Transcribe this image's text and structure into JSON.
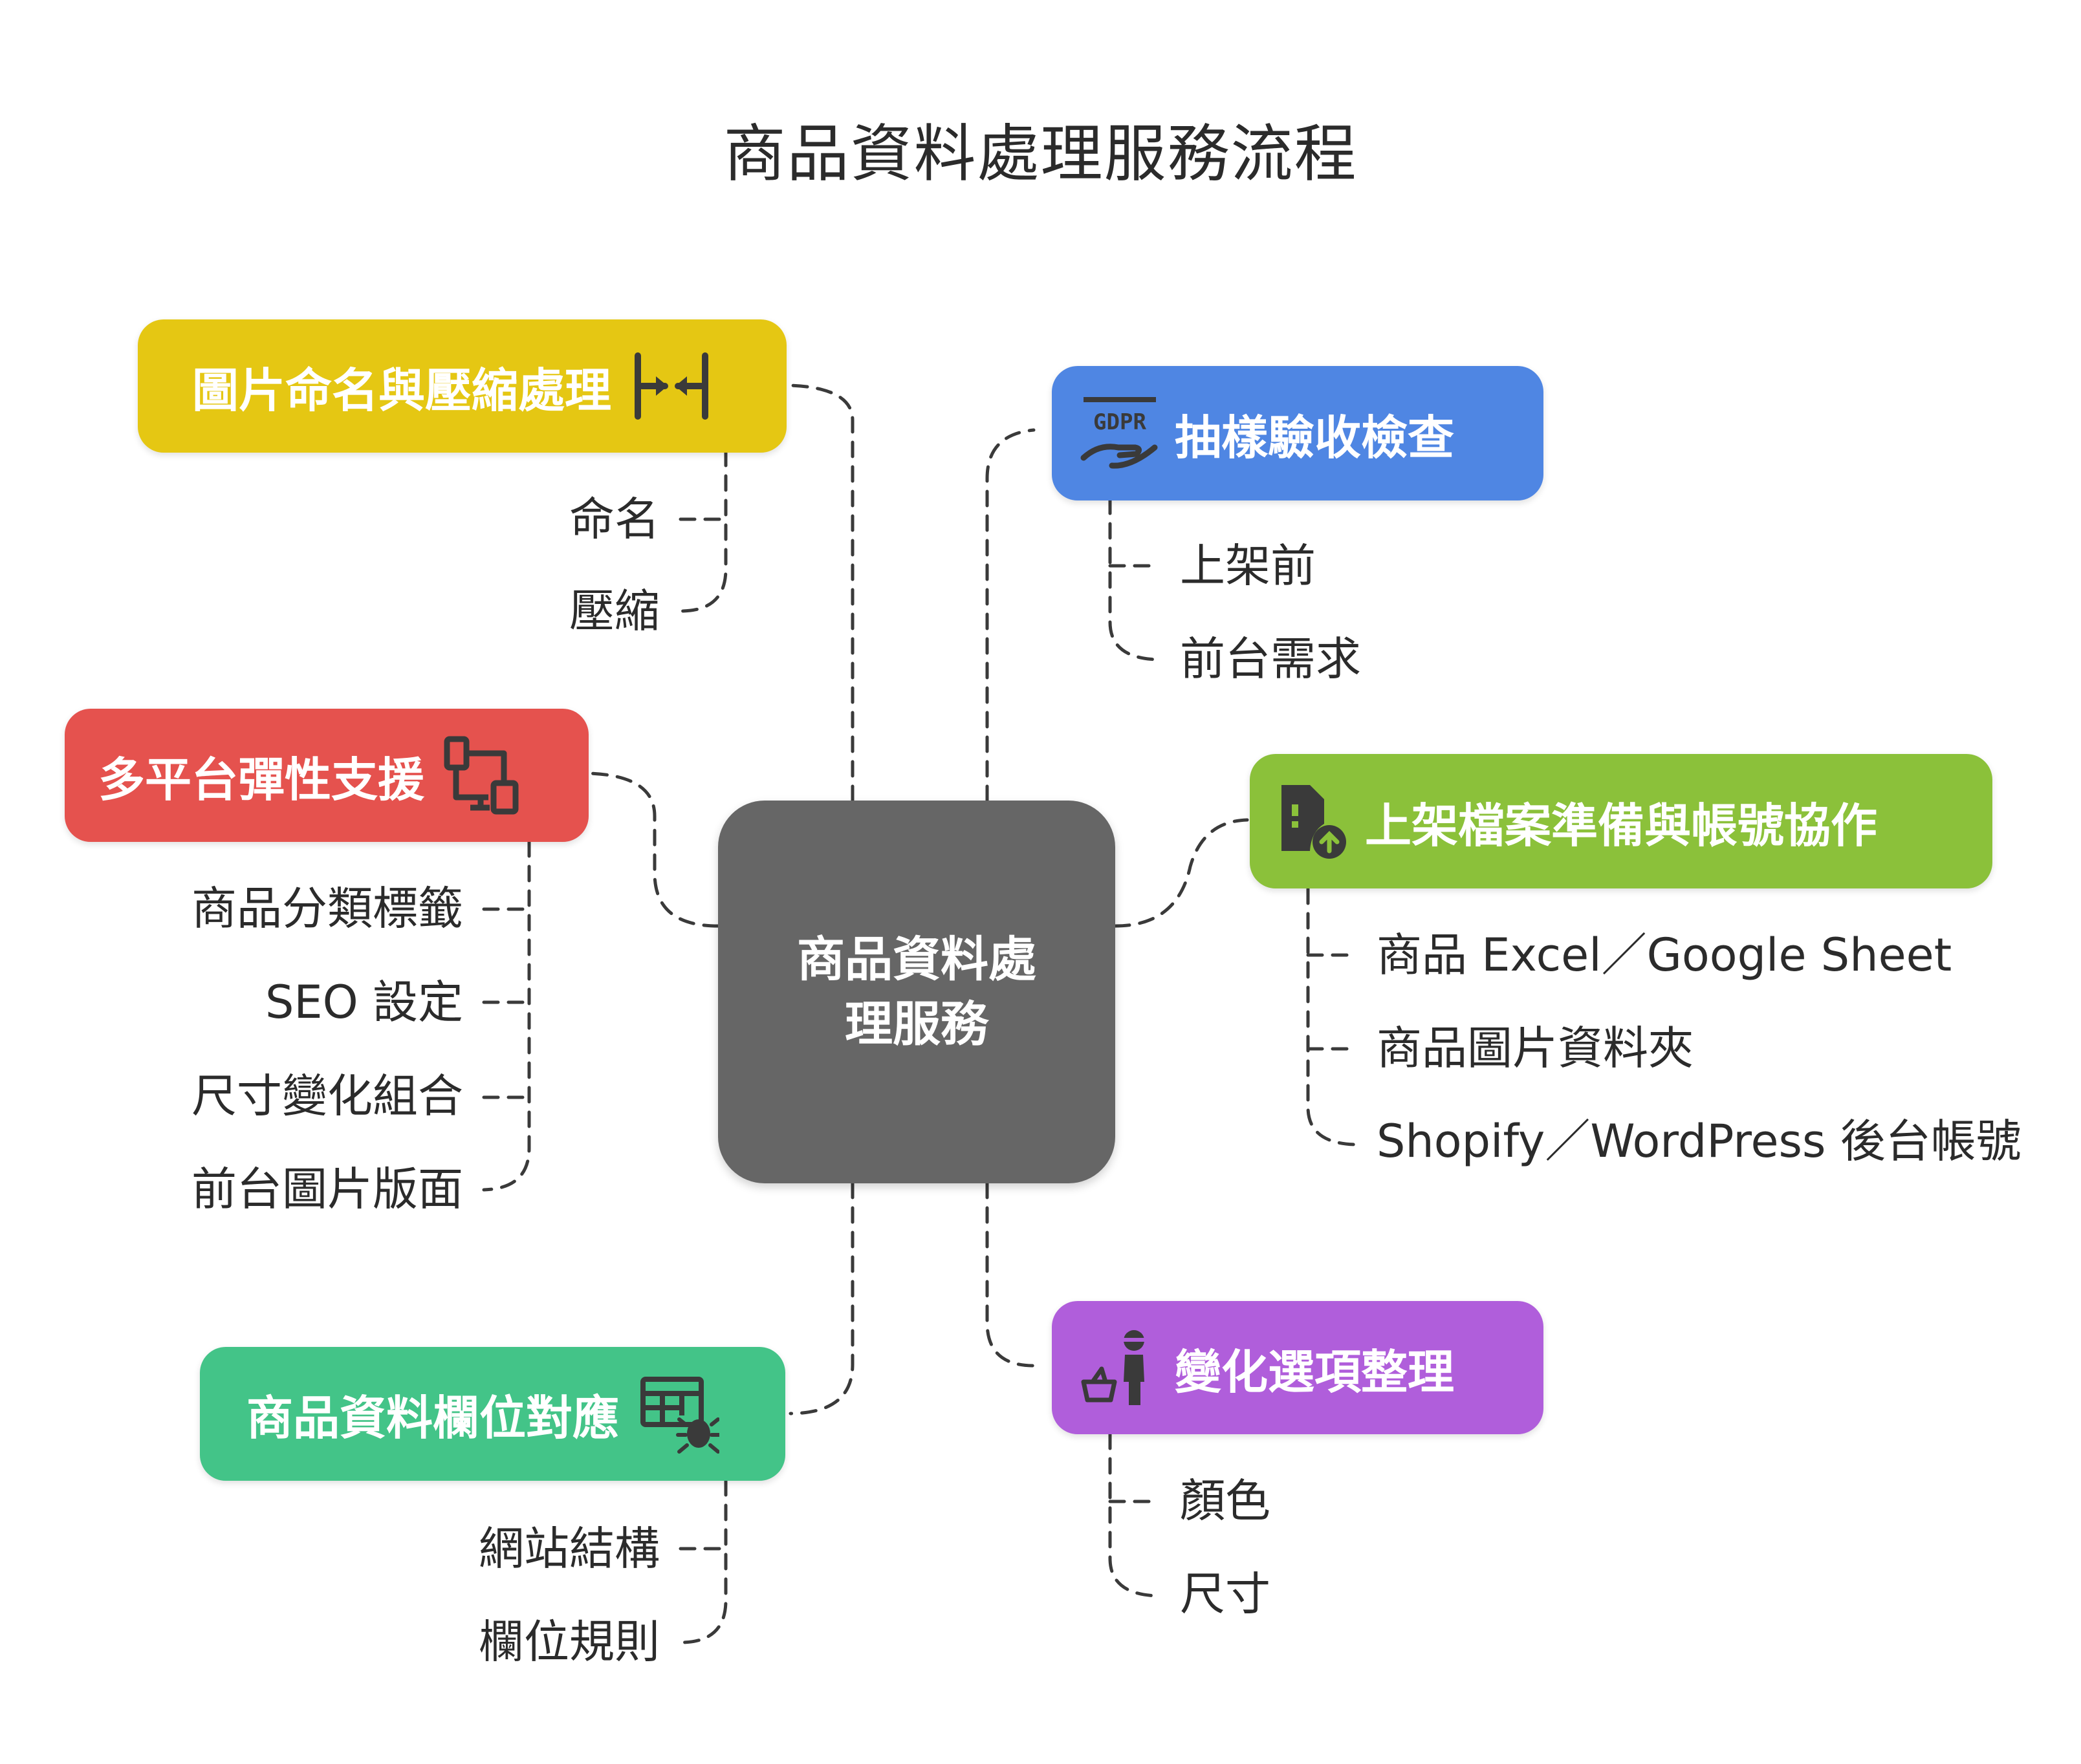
{
  "title": "商品資料處理服務流程",
  "center": "商品資料處理服務",
  "colors": {
    "yellow": "#E5C713",
    "blue": "#4F86E3",
    "red": "#E5524E",
    "green_lime": "#8BC13A",
    "green": "#43C488",
    "purple": "#B05EDB",
    "center": "#666666"
  },
  "categories": {
    "image": {
      "label": "圖片命名與壓縮處理",
      "icon": "compress-arrows-icon",
      "items": [
        "命名",
        "壓縮"
      ]
    },
    "inspection": {
      "label": "抽樣驗收檢查",
      "icon": "gdpr-hand-icon",
      "items": [
        "上架前",
        "前台需求"
      ]
    },
    "platform": {
      "label": "多平台彈性支援",
      "icon": "devices-icon",
      "items": [
        "商品分類標籤",
        "SEO 設定",
        "尺寸變化組合",
        "前台圖片版面"
      ]
    },
    "files": {
      "label": "上架檔案準備與帳號協作",
      "icon": "file-upload-icon",
      "items": [
        "商品 Excel／Google Sheet",
        "商品圖片資料夾",
        "Shopify／WordPress 後台帳號"
      ]
    },
    "mapping": {
      "label": "商品資料欄位對應",
      "icon": "table-bug-icon",
      "items": [
        "網站結構",
        "欄位規則"
      ]
    },
    "variants": {
      "label": "變化選項整理",
      "icon": "person-basket-icon",
      "items": [
        "顏色",
        "尺寸"
      ]
    }
  }
}
